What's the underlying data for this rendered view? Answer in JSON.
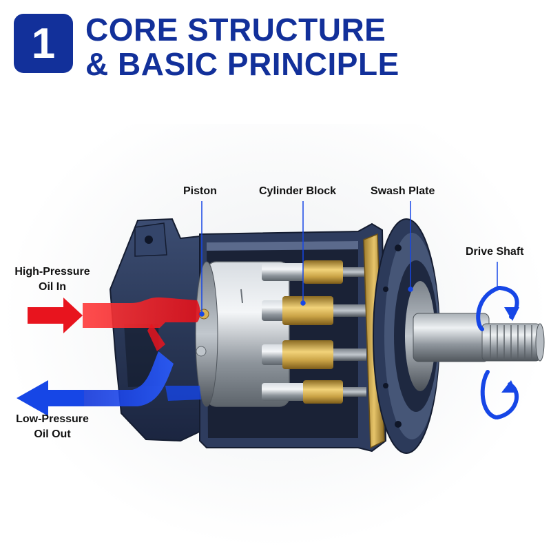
{
  "header": {
    "badge": "1",
    "title_line1": "CORE STRUCTURE",
    "title_line2": "& BASIC PRINCIPLE"
  },
  "labels": {
    "piston": "Piston",
    "cylinder_block": "Cylinder Block",
    "swash_plate": "Swash Plate",
    "drive_shaft": "Drive Shaft",
    "inlet_line1": "High-Pressure",
    "inlet_line2": "Oil In",
    "outlet_line1": "Low-Pressure",
    "outlet_line2": "Oil Out"
  },
  "colors": {
    "brand": "#12309a",
    "high_pressure": "#e8141e",
    "low_pressure": "#1646e6",
    "housing": "#2b3a5c",
    "brass": "#c9a245",
    "steel": "#9aa1a8"
  }
}
